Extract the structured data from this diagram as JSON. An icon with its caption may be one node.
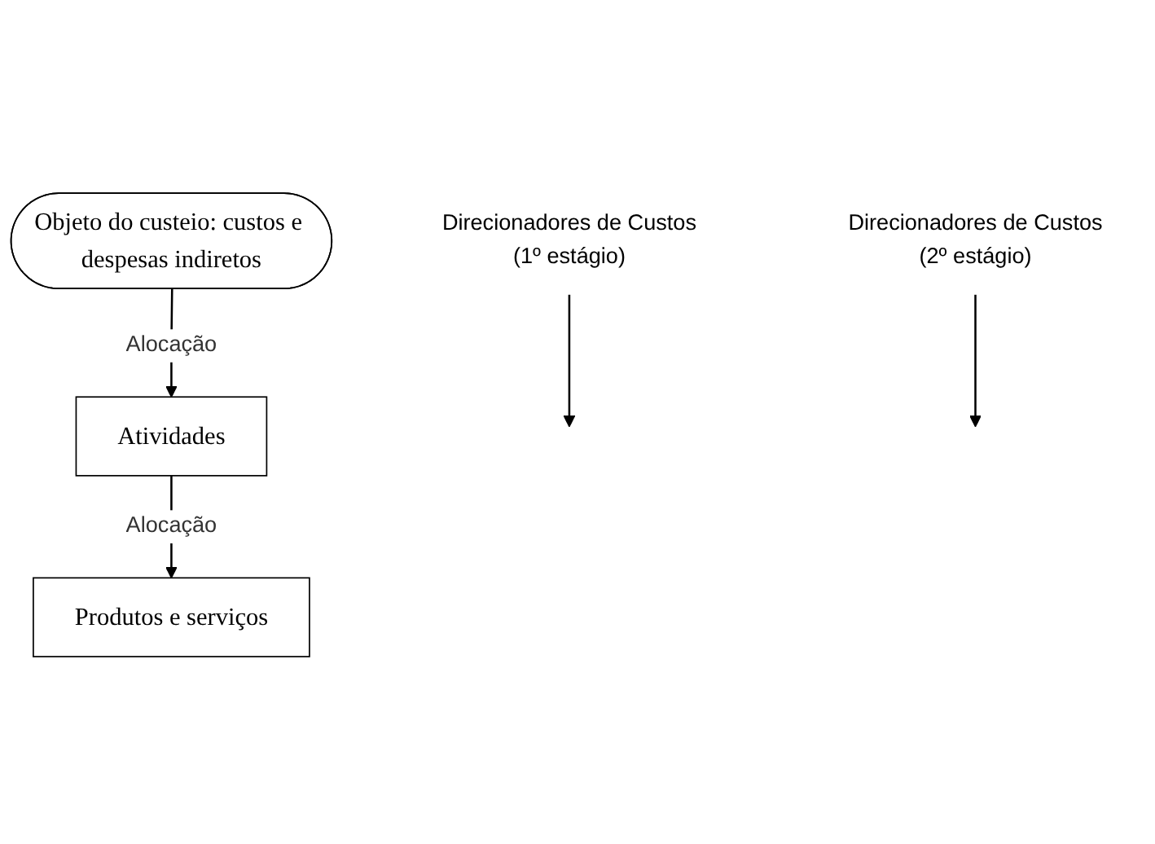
{
  "diagram": {
    "nodes": [
      {
        "text": [
          "Objeto do custeio: custos e despesas indiretos"
        ]
      },
      {
        "text": [
          "Atividades"
        ]
      },
      {
        "text": [
          "Produtos e serviços"
        ]
      },
      {
        "text": [
          "Direcionadores de Custos",
          "(1º estágio)"
        ]
      },
      {
        "text": [
          "Direcionadores de Custos",
          "(2º estágio)"
        ]
      }
    ],
    "edges": [
      {
        "from": 0,
        "to": 1,
        "arrow": "to",
        "label": "Alocação"
      },
      {
        "from": 1,
        "to": 2,
        "arrow": "to",
        "label": "Alocação"
      },
      {
        "from": 3,
        "to": null,
        "arrow": "to"
      },
      {
        "from": 4,
        "to": null,
        "arrow": "to"
      }
    ]
  }
}
